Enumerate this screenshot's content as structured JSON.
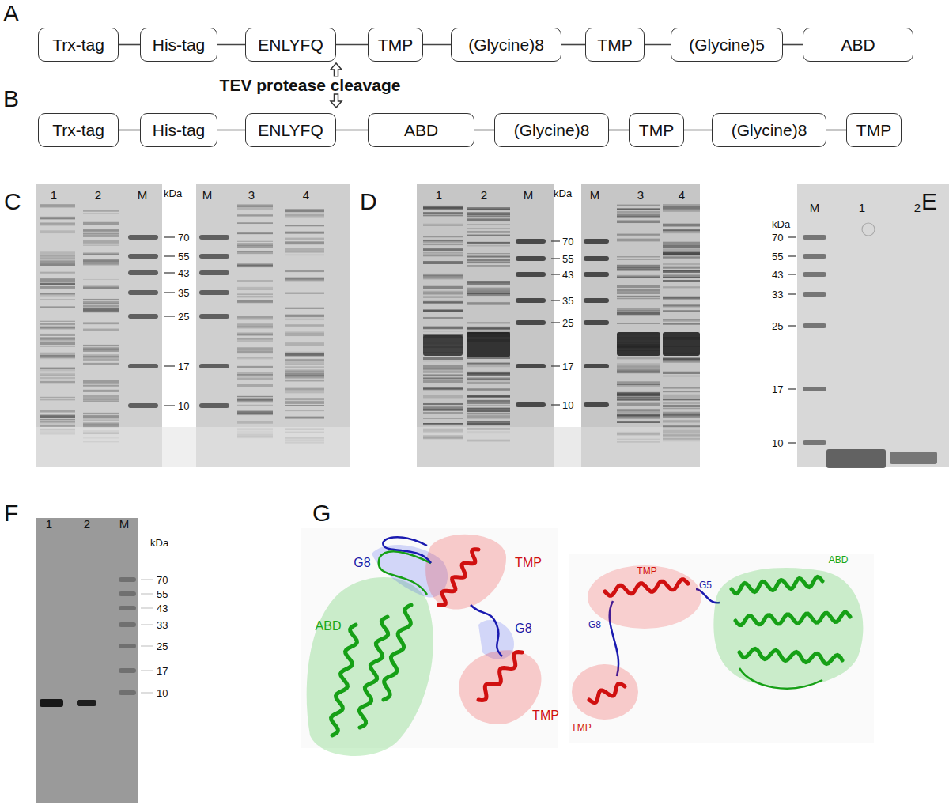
{
  "diagram": {
    "nodes": [
      {
        "text": [
          "Trx-tag"
        ]
      },
      {
        "text": [
          "His-tag"
        ]
      },
      {
        "text": [
          "ENLYFQ"
        ]
      },
      {
        "text": [
          "TMP"
        ]
      },
      {
        "text": [
          "(Glycine)8"
        ]
      },
      {
        "text": [
          "TMP"
        ]
      },
      {
        "text": [
          "(Glycine)5"
        ]
      },
      {
        "text": [
          "ABD"
        ]
      },
      {
        "text": [
          "Trx-tag"
        ]
      },
      {
        "text": [
          "His-tag"
        ]
      },
      {
        "text": [
          "ENLYFQ"
        ]
      },
      {
        "text": [
          "ABD"
        ]
      },
      {
        "text": [
          "(Glycine)8"
        ]
      },
      {
        "text": [
          "TMP"
        ]
      },
      {
        "text": [
          "(Glycine)8"
        ]
      },
      {
        "text": [
          "TMP"
        ]
      }
    ],
    "edges": [
      {
        "from": 0,
        "to": 1,
        "arrow": "none"
      },
      {
        "from": 1,
        "to": 2,
        "arrow": "none"
      },
      {
        "from": 2,
        "to": 3,
        "arrow": "none"
      },
      {
        "from": 3,
        "to": 4,
        "arrow": "none"
      },
      {
        "from": 4,
        "to": 5,
        "arrow": "none"
      },
      {
        "from": 5,
        "to": 6,
        "arrow": "none"
      },
      {
        "from": 6,
        "to": 7,
        "arrow": "none"
      },
      {
        "from": 8,
        "to": 9,
        "arrow": "none"
      },
      {
        "from": 9,
        "to": 10,
        "arrow": "none"
      },
      {
        "from": 10,
        "to": 11,
        "arrow": "none"
      },
      {
        "from": 11,
        "to": 12,
        "arrow": "none"
      },
      {
        "from": 12,
        "to": 13,
        "arrow": "none"
      },
      {
        "from": 13,
        "to": 14,
        "arrow": "none"
      },
      {
        "from": 14,
        "to": 15,
        "arrow": "none"
      }
    ],
    "labels": [
      "A",
      "B",
      "TEV protease cleavage",
      "C",
      "1",
      "2",
      "M",
      "kDa",
      "70",
      "55",
      "43",
      "35",
      "25",
      "17",
      "10",
      "M",
      "3",
      "4",
      "D",
      "1",
      "2",
      "M",
      "kDa",
      "70",
      "55",
      "43",
      "35",
      "25",
      "17",
      "10",
      "M",
      "3",
      "4",
      "E",
      "M",
      "1",
      "2",
      "kDa",
      "70",
      "55",
      "43",
      "33",
      "25",
      "17",
      "10",
      "F",
      "1",
      "2",
      "M",
      "kDa",
      "70",
      "55",
      "43",
      "33",
      "25",
      "17",
      "10",
      "G",
      "G8",
      "TMP",
      "ABD",
      "G8",
      "TMP",
      "TMP",
      "G8",
      "G5",
      "ABD",
      "TMP"
    ]
  }
}
